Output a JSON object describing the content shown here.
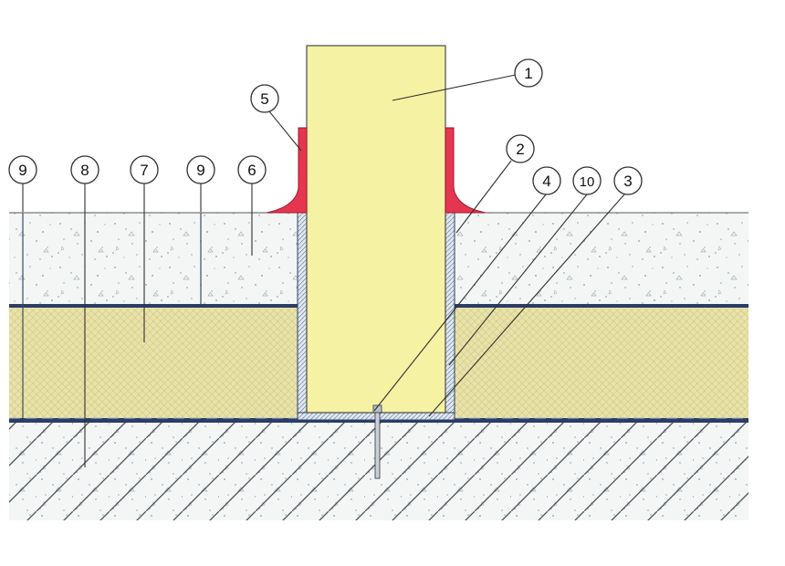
{
  "diagram": {
    "callouts": [
      {
        "id": "c1",
        "label": "1"
      },
      {
        "id": "c2",
        "label": "2"
      },
      {
        "id": "c3",
        "label": "3"
      },
      {
        "id": "c4",
        "label": "4"
      },
      {
        "id": "c5",
        "label": "5"
      },
      {
        "id": "c6",
        "label": "6"
      },
      {
        "id": "c7",
        "label": "7"
      },
      {
        "id": "c8",
        "label": "8"
      },
      {
        "id": "c9a",
        "label": "9"
      },
      {
        "id": "c9b",
        "label": "9"
      },
      {
        "id": "c10",
        "label": "10"
      }
    ],
    "colors": {
      "post": "#f6f2a4",
      "insulation": "#e9e3a8",
      "concrete": "#f4f6f5",
      "membrane": "#2b3c66",
      "sealant": "#e4364e",
      "leader": "#303030"
    }
  }
}
